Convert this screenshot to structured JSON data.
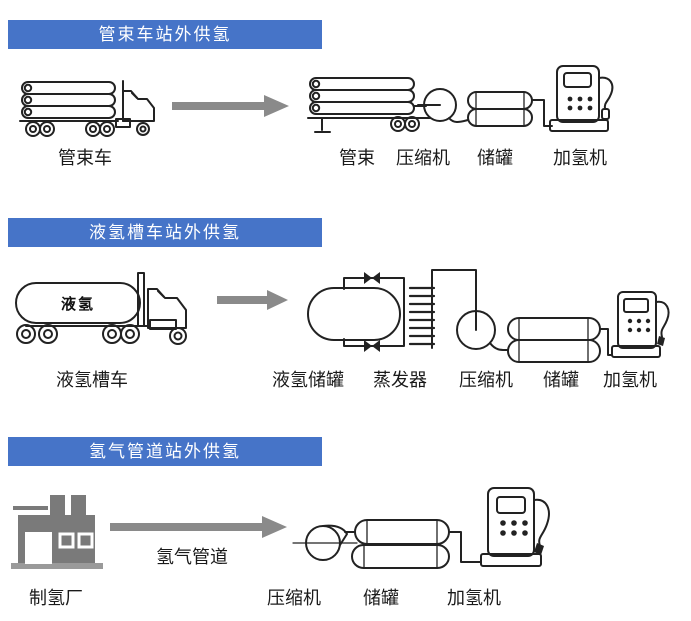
{
  "colors": {
    "banner_bg": "#4674C8",
    "banner_text": "#FFFFFF",
    "arrow": "#8A8A8A",
    "factory_fill": "#7A7A7A",
    "line_art": "#222222",
    "label_text": "#1A1A1A"
  },
  "sections": [
    {
      "title": "管束车站外供氢",
      "source_label": "管束车",
      "stations": [
        {
          "label": "管束"
        },
        {
          "label": "压缩机"
        },
        {
          "label": "储罐"
        },
        {
          "label": "加氢机"
        }
      ]
    },
    {
      "title": "液氢槽车站外供氢",
      "source_label": "液氢槽车",
      "tanker_text": "液氢",
      "stations": [
        {
          "label": "液氢储罐"
        },
        {
          "label": "蒸发器"
        },
        {
          "label": "压缩机"
        },
        {
          "label": "储罐"
        },
        {
          "label": "加氢机"
        }
      ]
    },
    {
      "title": "氢气管道站外供氢",
      "source_label": "制氢厂",
      "arrow_label": "氢气管道",
      "stations": [
        {
          "label": "压缩机"
        },
        {
          "label": "储罐"
        },
        {
          "label": "加氢机"
        }
      ]
    }
  ]
}
